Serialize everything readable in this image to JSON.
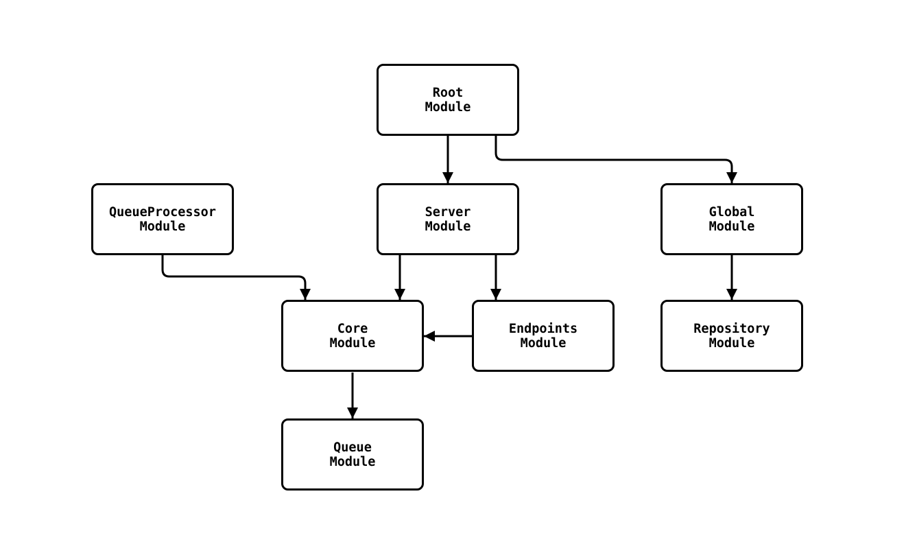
{
  "diagram": {
    "type": "module-dependency-graph",
    "colors": {
      "background": "#ffffff",
      "node_fill": "#ffffff",
      "stroke": "#000000",
      "text": "#000000"
    },
    "nodes": {
      "root": {
        "label": "Root\nModule"
      },
      "queue_processor": {
        "label": "QueueProcessor\nModule"
      },
      "server": {
        "label": "Server\nModule"
      },
      "global": {
        "label": "Global\nModule"
      },
      "core": {
        "label": "Core\nModule"
      },
      "endpoints": {
        "label": "Endpoints\nModule"
      },
      "repository": {
        "label": "Repository\nModule"
      },
      "queue": {
        "label": "Queue\nModule"
      }
    },
    "edges": [
      {
        "from": "Root Module",
        "to": "Server Module"
      },
      {
        "from": "Root Module",
        "to": "Global Module"
      },
      {
        "from": "QueueProcessor Module",
        "to": "Core Module"
      },
      {
        "from": "Server Module",
        "to": "Core Module"
      },
      {
        "from": "Server Module",
        "to": "Endpoints Module"
      },
      {
        "from": "Endpoints Module",
        "to": "Core Module"
      },
      {
        "from": "Global Module",
        "to": "Repository Module"
      },
      {
        "from": "Core Module",
        "to": "Queue Module"
      }
    ]
  }
}
